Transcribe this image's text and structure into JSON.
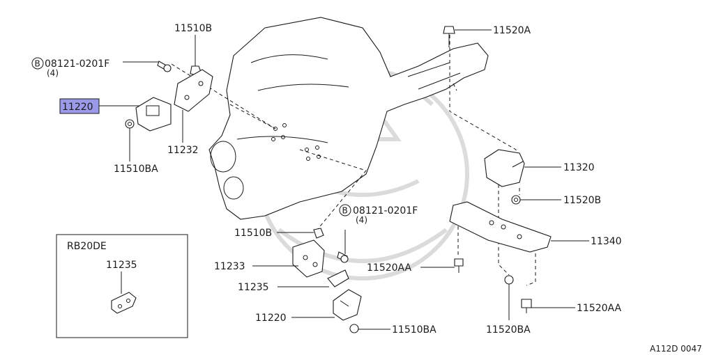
{
  "labels": {
    "p11510b_top": "11510B",
    "bolt_top_num": "08121-0201F",
    "bolt_top_qty": "(4)",
    "bolt_circle": "B",
    "p11220_hl": "11220",
    "p11232": "11232",
    "p11510ba_left": "11510BA",
    "p11520a": "11520A",
    "p11320": "11320",
    "p11520b": "11520B",
    "p11340": "11340",
    "bolt_mid_num": "08121-0201F",
    "bolt_mid_qty": "(4)",
    "p11510b_mid": "11510B",
    "p11233": "11233",
    "p11235": "11235",
    "p11220_low": "11220",
    "p11510ba_low": "11510BA",
    "p11520aa_left": "11520AA",
    "p11520aa_right": "11520AA",
    "p11520ba": "11520BA",
    "inset_title": "RB20DE",
    "inset_part": "11235",
    "ref_code": "A112D 0047"
  },
  "colors": {
    "highlight": "#9a9ae8",
    "ink": "#1a1a1a",
    "watermark": "#d8d8d8"
  }
}
